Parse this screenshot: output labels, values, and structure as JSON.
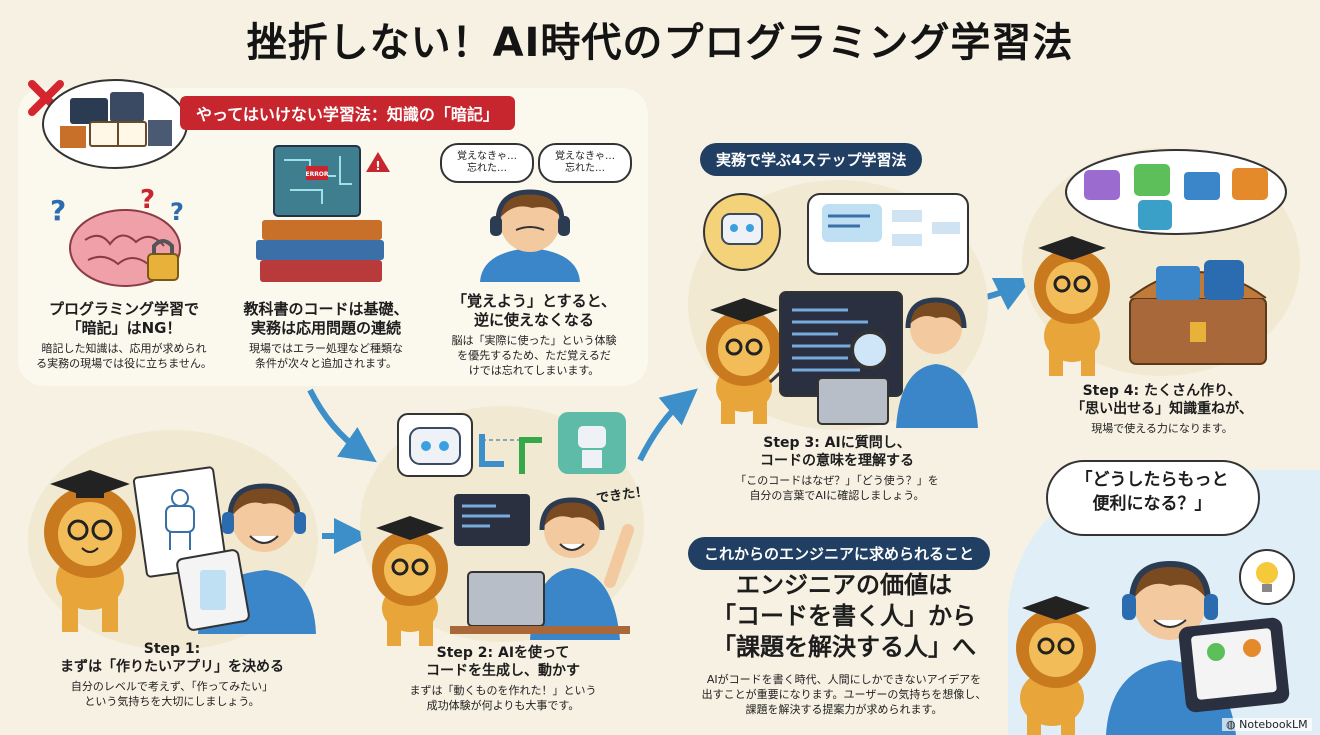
{
  "title": "挫折しない！AI時代のプログラミング学習法",
  "ng": {
    "banner": "やってはいけない学習法：知識の「暗記」",
    "items": [
      {
        "heading": [
          "プログラミング学習で",
          "「暗記」はNG！"
        ],
        "body": [
          "暗記した知識は、応用が求められ",
          "る実務の現場では役に立ちません。"
        ]
      },
      {
        "heading": [
          "教科書のコードは基礎、",
          "実務は応用問題の連続"
        ],
        "body": [
          "現場ではエラー処理など種類な",
          "条件が次々と追加されます。"
        ]
      },
      {
        "heading": [
          "「覚えよう」とすると、",
          "逆に使えなくなる"
        ],
        "body": [
          "脳は「実際に使った」という体験",
          "を優先するため、ただ覚えるだ",
          "けでは忘れてしまいます。"
        ]
      }
    ],
    "thought_bubbles": [
      {
        "line1": "覚えなきゃ…",
        "line2": "忘れた…"
      },
      {
        "line1": "覚えなきゃ…",
        "line2": "忘れた…"
      }
    ],
    "screen_label": "ERROR"
  },
  "steps_banner": "実務で学ぶ4ステップ学習法",
  "steps": [
    {
      "heading": [
        "Step 1:",
        "まずは「作りたいアプリ」を決める"
      ],
      "body": [
        "自分のレベルで考えず、「作ってみたい」",
        "という気持ちを大切にしましょう。"
      ]
    },
    {
      "heading": [
        "Step 2: AIを使って",
        "コードを生成し、動かす"
      ],
      "body": [
        "まずは「動くものを作れた！」という",
        "成功体験が何よりも大事です。"
      ],
      "exclaim": "できた！"
    },
    {
      "heading": [
        "Step 3: AIに質問し、",
        "コードの意味を理解する"
      ],
      "body": [
        "「このコードはなぜ？」「どう使う？」を",
        "自分の言葉でAIに確認しましょう。"
      ]
    },
    {
      "heading": [
        "Step 4: たくさん作り、",
        "「思い出せる」知識重ねが、"
      ],
      "body": [
        "現場で使える力になります。"
      ]
    }
  ],
  "future": {
    "banner": "これからのエンジニアに求められること",
    "big": [
      "エンジニアの価値は",
      "「コードを書く人」から",
      "「課題を解決する人」へ"
    ],
    "body": [
      "AIがコードを書く時代、人間にしかできないアイデアを",
      "出すことが重要になります。ユーザーの気持ちを想像し、",
      "課題を解決する提案力が求められます。"
    ],
    "quote": [
      "「どうしたらもっと",
      "便利になる？」"
    ]
  },
  "watermark": "NotebookLM",
  "colors": {
    "banner_red": "#c8262f",
    "pill_navy": "#213f63",
    "arrow_blue": "#3d8fc9",
    "lion": "#e7a53a",
    "shirt": "#3a86c8"
  }
}
